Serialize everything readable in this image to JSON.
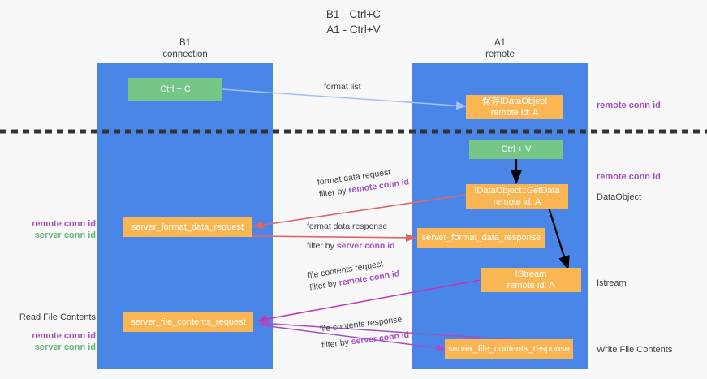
{
  "title": "B1 - Ctrl+C\nA1 - Ctrl+V",
  "columns": {
    "left": {
      "title": "B1\nconnection"
    },
    "right": {
      "title": "A1\nremote"
    }
  },
  "colors": {
    "column_blue": "#4a86e8",
    "node_green": "#76c687",
    "node_orange": "#fbb654",
    "accent_purple": "#a64fc4",
    "accent_green": "#62b97a",
    "arrow_blue": "#a4c2f4",
    "arrow_red": "#e06666",
    "arrow_magenta": "#c034b5",
    "arrow_purple": "#a64fc4",
    "arrow_black": "#000000",
    "divider": "#333333",
    "background": "#f8f8f8"
  },
  "nodes": {
    "ctrl_c": {
      "line1": "Ctrl + C",
      "line2": ""
    },
    "save_idataobject": {
      "line1": "保存IDataObject",
      "line2": "remote id: A"
    },
    "ctrl_v": {
      "line1": "Ctrl + V",
      "line2": ""
    },
    "getdata": {
      "line1": "IDataObject::GetData",
      "line2": "remote id: A"
    },
    "server_format_data_request": {
      "line1": "server_format_data_request",
      "line2": ""
    },
    "server_format_data_response": {
      "line1": "server_format_data_response",
      "line2": ""
    },
    "istream": {
      "line1": "IStream",
      "line2": "remote id: A"
    },
    "server_file_contents_request": {
      "line1": "server_file_contents_request",
      "line2": ""
    },
    "server_file_contents_response": {
      "line1": "server_file_contents_response",
      "line2": ""
    }
  },
  "edge_labels": {
    "format_list": "format list",
    "format_data_request_l1": "format data request",
    "format_data_request_l2_prefix": "filter by ",
    "format_data_request_l2_key": "remote conn id",
    "format_data_response_l1": "format data response",
    "format_data_response_l2_prefix": "filter by ",
    "format_data_response_l2_key": "server conn id",
    "file_contents_request_l1": "file contents request",
    "file_contents_request_l2_prefix": "filter by ",
    "file_contents_request_l2_key": "remote conn id",
    "file_contents_response_l1": "file contents response",
    "file_contents_response_l2_prefix": "filter by ",
    "file_contents_response_l2_key": "server conn id"
  },
  "right_labels": {
    "remote_conn_id_top": "remote conn id",
    "remote_conn_id_mid": "remote conn id",
    "dataobject": "DataObject",
    "istream": "Istream",
    "write_file_contents": "Write File Contents"
  },
  "left_labels": {
    "mid_remote": "remote conn id",
    "mid_server": "server conn id",
    "read_file_contents": "Read File Contents",
    "bottom_remote": "remote conn id",
    "bottom_server": "server conn id"
  }
}
